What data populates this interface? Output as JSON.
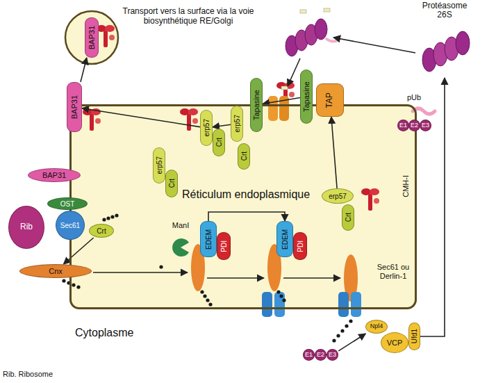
{
  "diagram": {
    "nodes": [
      {
        "text": [
          "Réticulum endoplasmique"
        ]
      },
      {
        "text": [
          "BAP31"
        ]
      },
      {
        "text": [
          "Protéasome 26S"
        ]
      },
      {
        "text": [
          "BAP31"
        ]
      },
      {
        "text": [
          "Tapasine"
        ]
      },
      {
        "text": [
          "Tapasine"
        ]
      },
      {
        "text": [
          "TAP"
        ]
      },
      {
        "text": [
          "BAP31"
        ]
      },
      {
        "text": [
          "OST"
        ]
      },
      {
        "text": [
          "Rib"
        ]
      },
      {
        "text": [
          "Sec61"
        ]
      },
      {
        "text": [
          "Crt"
        ],
        "in": 0
      },
      {
        "text": [
          "Cnx"
        ]
      },
      {
        "text": [
          "erp57"
        ],
        "in": 0
      },
      {
        "text": [
          "Crt"
        ],
        "in": 0
      },
      {
        "text": [
          "erp57"
        ],
        "in": 0
      },
      {
        "text": [
          "Crt"
        ],
        "in": 0
      },
      {
        "text": [
          "erp57"
        ],
        "in": 0
      },
      {
        "text": [
          "Crt"
        ],
        "in": 0
      },
      {
        "text": [
          "erp57"
        ],
        "in": 0
      },
      {
        "text": [
          "Crt"
        ],
        "in": 0
      },
      {
        "text": [
          "ManI"
        ],
        "in": 0
      },
      {
        "text": [
          "EDEM"
        ],
        "in": 0
      },
      {
        "text": [
          "PDI"
        ],
        "in": 0
      },
      {
        "text": [
          "EDEM"
        ],
        "in": 0
      },
      {
        "text": [
          "PDI"
        ],
        "in": 0
      },
      {
        "text": [
          "E1"
        ]
      },
      {
        "text": [
          "E2"
        ]
      },
      {
        "text": [
          "E3"
        ]
      },
      {
        "text": [
          "Npl4"
        ]
      },
      {
        "text": [
          "VCP"
        ]
      },
      {
        "text": [
          "Ufd1"
        ]
      },
      {
        "text": [
          "E1"
        ]
      },
      {
        "text": [
          "E2"
        ]
      },
      {
        "text": [
          "E3"
        ]
      }
    ],
    "edges": [
      {
        "from": 3,
        "to": 1,
        "arrow": "to"
      },
      {
        "from": 5,
        "to": 4,
        "arrow": "to"
      },
      {
        "from": 17,
        "to": 15,
        "arrow": "to"
      },
      {
        "from": 15,
        "to": 3,
        "arrow": "to"
      },
      {
        "from": 19,
        "to": 6,
        "arrow": "to"
      },
      {
        "from": 31,
        "to": 2,
        "arrow": "to"
      },
      {
        "from": 34,
        "to": 29,
        "arrow": "to"
      },
      {
        "from": 22,
        "to": 24,
        "arrow": "to"
      },
      {
        "from": 11,
        "to": 12,
        "arrow": "to"
      }
    ],
    "labels": [
      "Transport vers la surface via la voie biosynthétique RE/Golgi",
      "Sec61 ou Derlin-1",
      "CMH-I",
      "pUb",
      "Cytoplasme",
      "Rib. Ribosome"
    ]
  }
}
